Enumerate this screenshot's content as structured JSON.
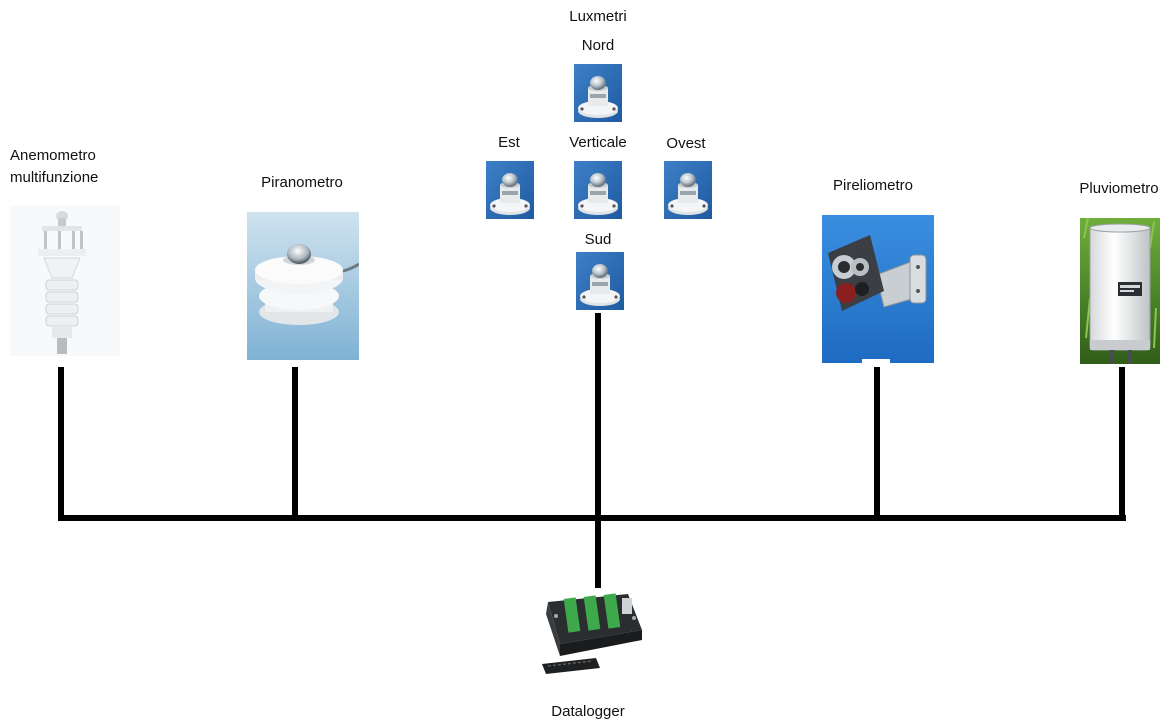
{
  "labels": {
    "group": "Luxmetri",
    "lux_nord": "Nord",
    "lux_est": "Est",
    "lux_verticale": "Verticale",
    "lux_ovest": "Ovest",
    "lux_sud": "Sud",
    "anemometro_line1": "Anemometro",
    "anemometro_line2": "multifunzione",
    "piranometro": "Piranometro",
    "pireliometro": "Pireliometro",
    "pluviometro": "Pluviometro",
    "datalogger": "Datalogger"
  },
  "colors": {
    "bus_line": "#000000",
    "luxmeter_bg": "#2f6fb6",
    "piranometro_bg": "#9ec6de",
    "pireliometro_bg": "#2a7fd6",
    "pluviometro_bg": "#4f8a2a"
  }
}
